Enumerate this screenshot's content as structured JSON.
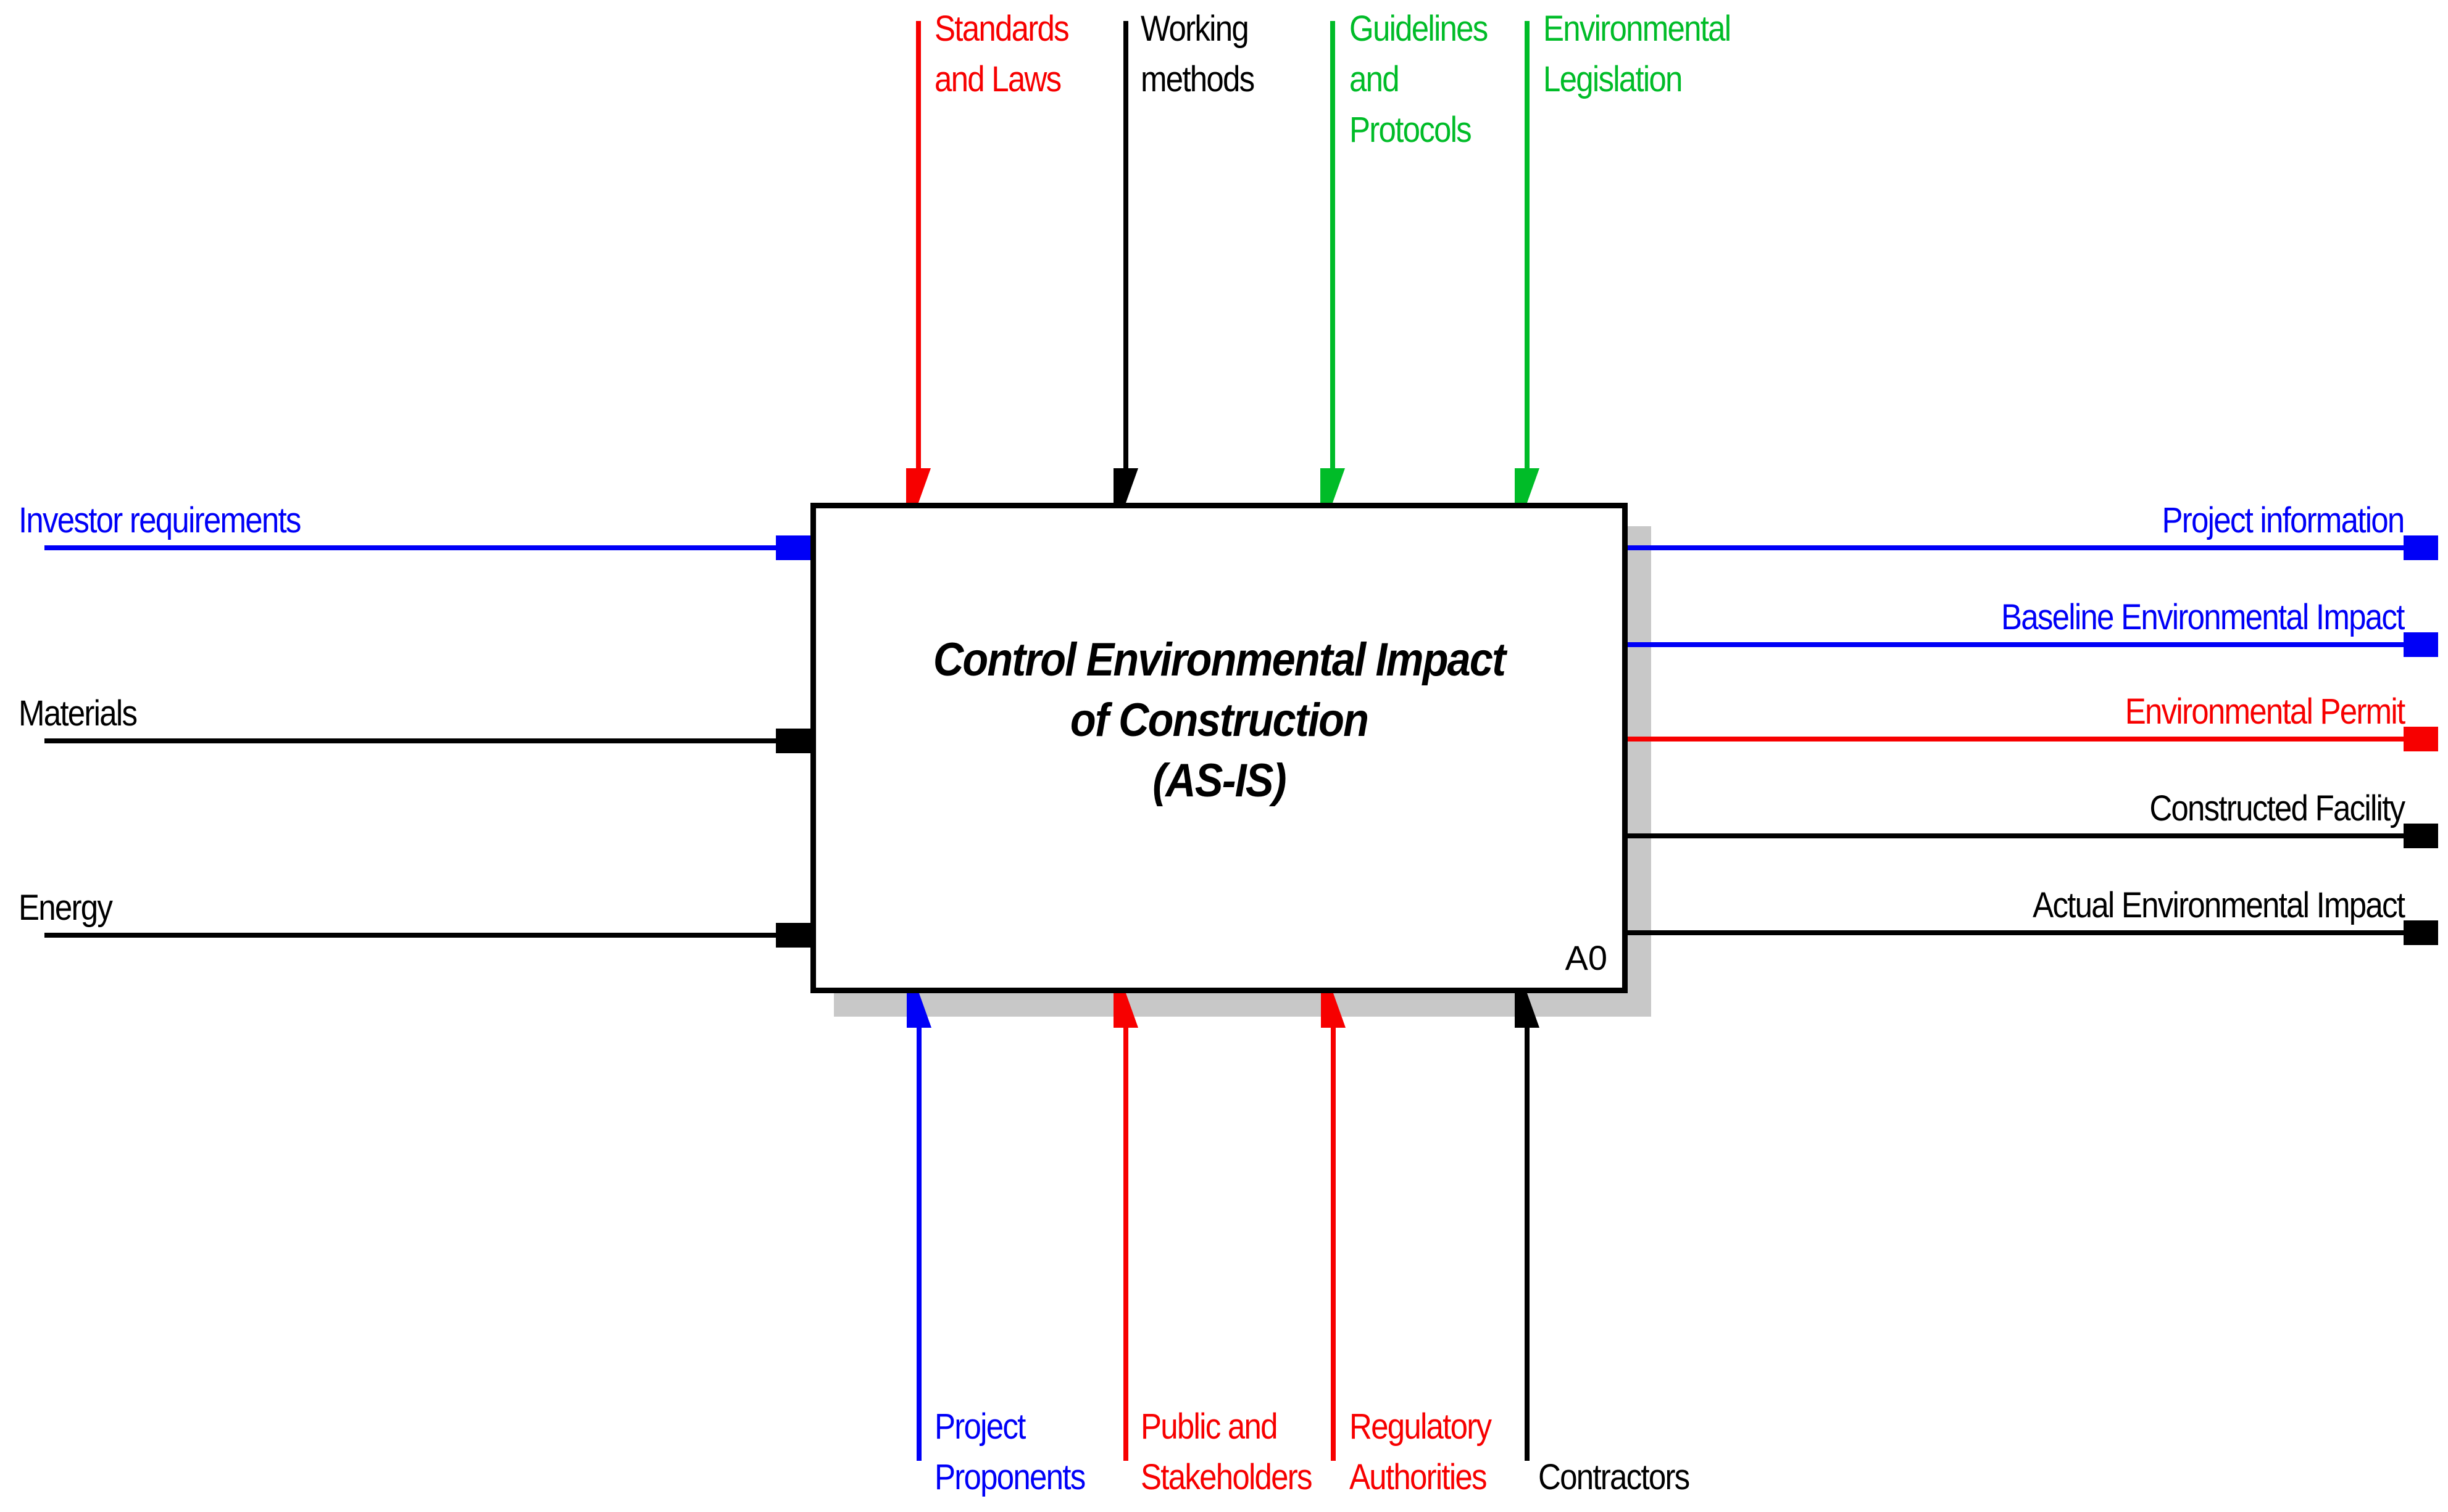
{
  "diagram": {
    "box": {
      "title_lines": [
        "Control Environmental Impact",
        "of Construction",
        "(AS-IS)"
      ],
      "id_label": "A0"
    },
    "controls": [
      {
        "label_lines": [
          "Standards",
          "and Laws"
        ],
        "color": "red"
      },
      {
        "label_lines": [
          "Working",
          "methods"
        ],
        "color": "black"
      },
      {
        "label_lines": [
          "Guidelines",
          "and",
          "Protocols"
        ],
        "color": "green"
      },
      {
        "label_lines": [
          "Environmental",
          "Legislation"
        ],
        "color": "green"
      }
    ],
    "inputs": [
      {
        "label_lines": [
          "Investor requirements"
        ],
        "color": "blue"
      },
      {
        "label_lines": [
          "Materials"
        ],
        "color": "black"
      },
      {
        "label_lines": [
          "Energy"
        ],
        "color": "black"
      }
    ],
    "outputs": [
      {
        "label_lines": [
          "Project information"
        ],
        "color": "blue"
      },
      {
        "label_lines": [
          "Baseline Environmental Impact"
        ],
        "color": "blue"
      },
      {
        "label_lines": [
          "Environmental Permit"
        ],
        "color": "red"
      },
      {
        "label_lines": [
          "Constructed Facility"
        ],
        "color": "black"
      },
      {
        "label_lines": [
          "Actual Environmental Impact"
        ],
        "color": "black"
      }
    ],
    "mechanisms": [
      {
        "label_lines": [
          "Project",
          "Proponents"
        ],
        "color": "blue"
      },
      {
        "label_lines": [
          "Public and",
          "Stakeholders"
        ],
        "color": "red"
      },
      {
        "label_lines": [
          "Regulatory",
          "Authorities"
        ],
        "color": "red"
      },
      {
        "label_lines": [
          "Contractors"
        ],
        "color": "black"
      }
    ],
    "colors": {
      "red": "#f70000",
      "blue": "#0000f7",
      "green": "#00bc28",
      "black": "#000000",
      "shadow": "#c8c8c8"
    }
  }
}
